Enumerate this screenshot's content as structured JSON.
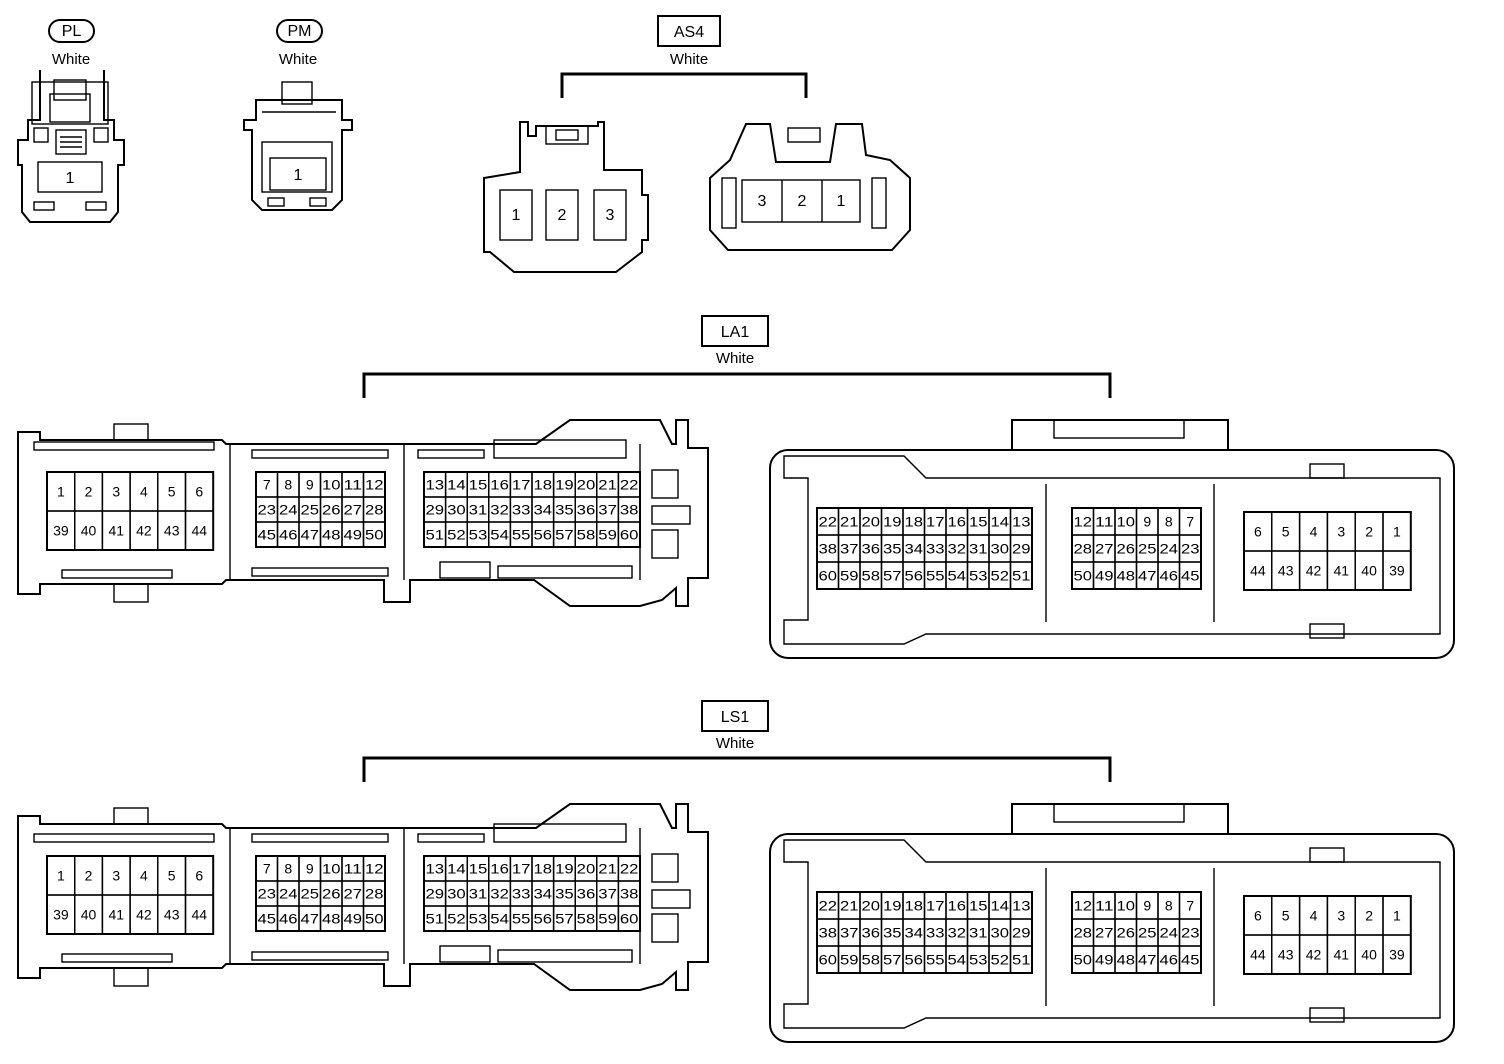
{
  "connectors": {
    "pl": {
      "code": "PL",
      "color": "White",
      "pins": [
        "1"
      ]
    },
    "pm": {
      "code": "PM",
      "color": "White",
      "pins": [
        "1"
      ]
    },
    "as4": {
      "code": "AS4",
      "color": "White",
      "left_pins": [
        "1",
        "2",
        "3"
      ],
      "right_pins": [
        "3",
        "2",
        "1"
      ]
    },
    "la1": {
      "code": "LA1",
      "color": "White",
      "left": {
        "blockA": [
          [
            "1",
            "2",
            "3",
            "4",
            "5",
            "6"
          ],
          [
            "39",
            "40",
            "41",
            "42",
            "43",
            "44"
          ]
        ],
        "blockB": [
          [
            "7",
            "8",
            "9",
            "10",
            "11",
            "12"
          ],
          [
            "23",
            "24",
            "25",
            "26",
            "27",
            "28"
          ],
          [
            "45",
            "46",
            "47",
            "48",
            "49",
            "50"
          ]
        ],
        "blockC": [
          [
            "13",
            "14",
            "15",
            "16",
            "17",
            "18",
            "19",
            "20",
            "21",
            "22"
          ],
          [
            "29",
            "30",
            "31",
            "32",
            "33",
            "34",
            "35",
            "36",
            "37",
            "38"
          ],
          [
            "51",
            "52",
            "53",
            "54",
            "55",
            "56",
            "57",
            "58",
            "59",
            "60"
          ]
        ]
      },
      "right": {
        "blockC": [
          [
            "22",
            "21",
            "20",
            "19",
            "18",
            "17",
            "16",
            "15",
            "14",
            "13"
          ],
          [
            "38",
            "37",
            "36",
            "35",
            "34",
            "33",
            "32",
            "31",
            "30",
            "29"
          ],
          [
            "60",
            "59",
            "58",
            "57",
            "56",
            "55",
            "54",
            "53",
            "52",
            "51"
          ]
        ],
        "blockB": [
          [
            "12",
            "11",
            "10",
            "9",
            "8",
            "7"
          ],
          [
            "28",
            "27",
            "26",
            "25",
            "24",
            "23"
          ],
          [
            "50",
            "49",
            "48",
            "47",
            "46",
            "45"
          ]
        ],
        "blockA": [
          [
            "6",
            "5",
            "4",
            "3",
            "2",
            "1"
          ],
          [
            "44",
            "43",
            "42",
            "41",
            "40",
            "39"
          ]
        ]
      }
    },
    "ls1": {
      "code": "LS1",
      "color": "White",
      "left": {
        "blockA": [
          [
            "1",
            "2",
            "3",
            "4",
            "5",
            "6"
          ],
          [
            "39",
            "40",
            "41",
            "42",
            "43",
            "44"
          ]
        ],
        "blockB": [
          [
            "7",
            "8",
            "9",
            "10",
            "11",
            "12"
          ],
          [
            "23",
            "24",
            "25",
            "26",
            "27",
            "28"
          ],
          [
            "45",
            "46",
            "47",
            "48",
            "49",
            "50"
          ]
        ],
        "blockC": [
          [
            "13",
            "14",
            "15",
            "16",
            "17",
            "18",
            "19",
            "20",
            "21",
            "22"
          ],
          [
            "29",
            "30",
            "31",
            "32",
            "33",
            "34",
            "35",
            "36",
            "37",
            "38"
          ],
          [
            "51",
            "52",
            "53",
            "54",
            "55",
            "56",
            "57",
            "58",
            "59",
            "60"
          ]
        ]
      },
      "right": {
        "blockC": [
          [
            "22",
            "21",
            "20",
            "19",
            "18",
            "17",
            "16",
            "15",
            "14",
            "13"
          ],
          [
            "38",
            "37",
            "36",
            "35",
            "34",
            "33",
            "32",
            "31",
            "30",
            "29"
          ],
          [
            "60",
            "59",
            "58",
            "57",
            "56",
            "55",
            "54",
            "53",
            "52",
            "51"
          ]
        ],
        "blockB": [
          [
            "12",
            "11",
            "10",
            "9",
            "8",
            "7"
          ],
          [
            "28",
            "27",
            "26",
            "25",
            "24",
            "23"
          ],
          [
            "50",
            "49",
            "48",
            "47",
            "46",
            "45"
          ]
        ],
        "blockA": [
          [
            "6",
            "5",
            "4",
            "3",
            "2",
            "1"
          ],
          [
            "44",
            "43",
            "42",
            "41",
            "40",
            "39"
          ]
        ]
      }
    }
  }
}
